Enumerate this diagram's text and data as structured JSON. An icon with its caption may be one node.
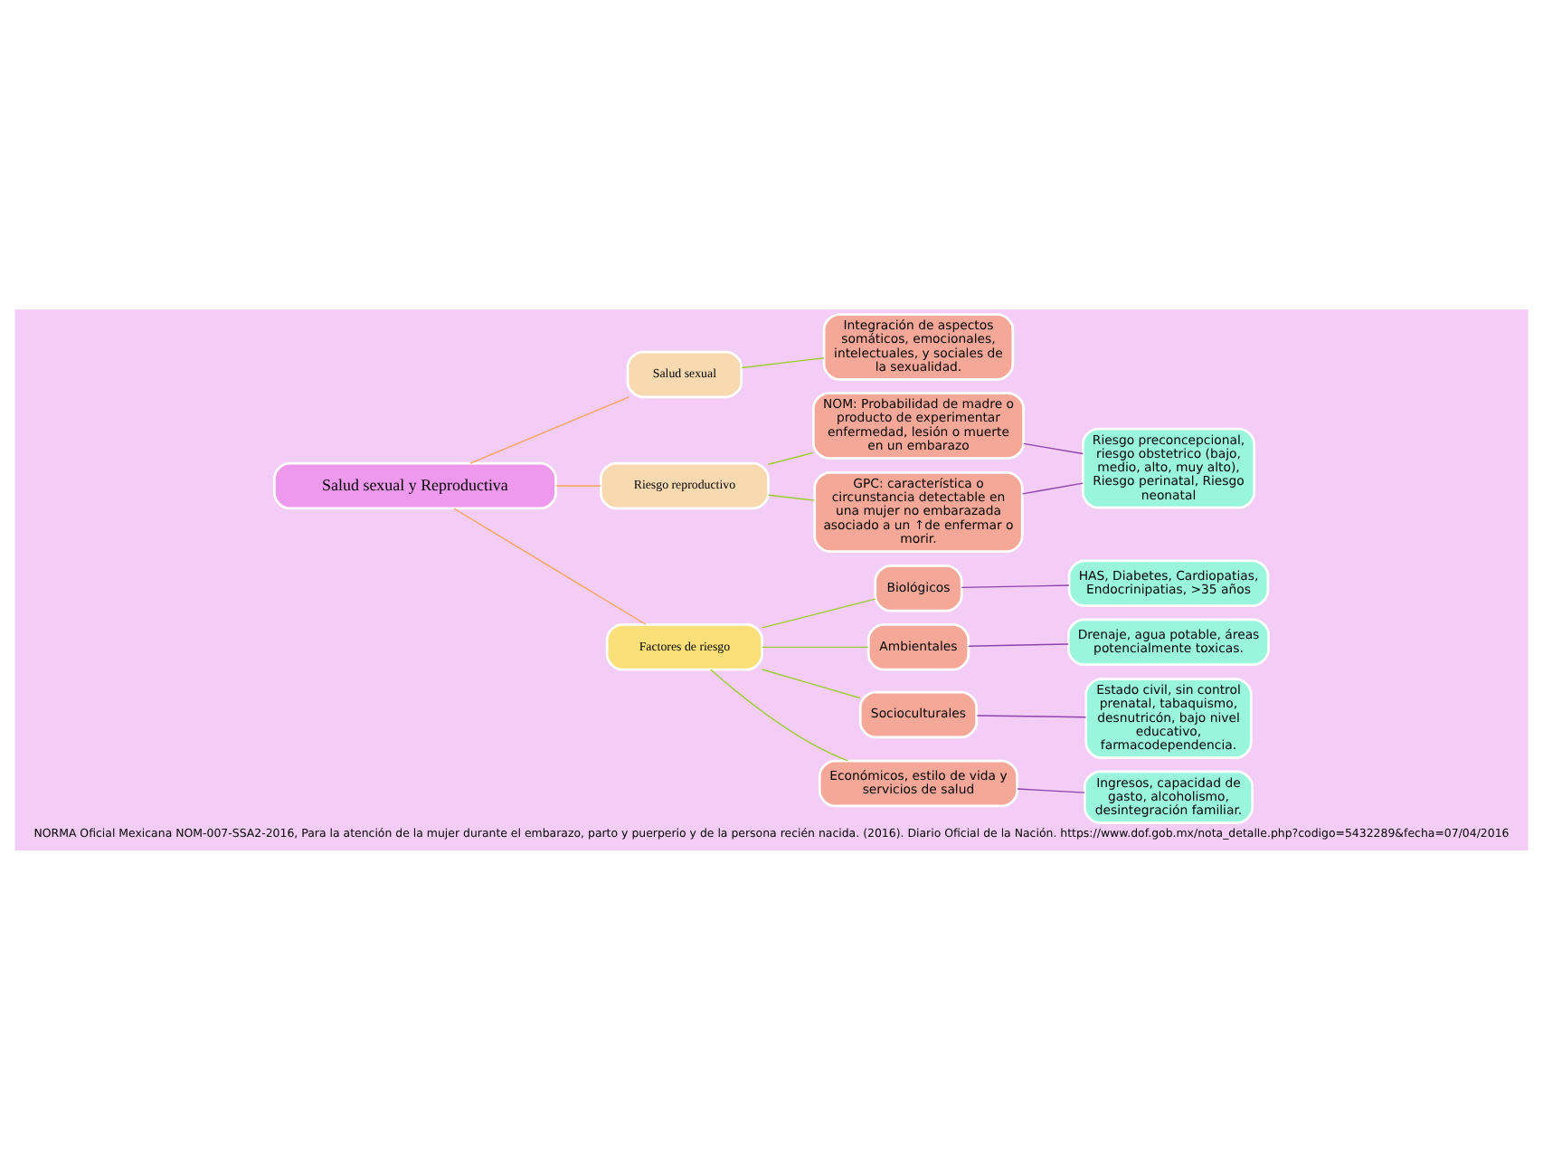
{
  "diagram": {
    "caption": "NORMA Oficial Mexicana NOM-007-SSA2-2016, Para la atención de la mujer durante el embarazo, parto y puerperio y de la persona recién nacida. (2016). Diario Oficial de la Nación. https://www.dof.gob.mx/nota_detalle.php?codigo=5432289&fecha=07/04/2016",
    "nodes": [
      {
        "text": [
          "Salud sexual y Reproductiva"
        ]
      },
      {
        "text": [
          "Salud sexual"
        ]
      },
      {
        "text": [
          "Riesgo reproductivo"
        ]
      },
      {
        "text": [
          "Factores de riesgo"
        ]
      },
      {
        "text": [
          "Integración de aspectos somáticos, emocionales, intelectuales, y sociales de la sexualidad."
        ]
      },
      {
        "text": [
          "NOM: Probabilidad de madre o producto de experimentar enfermedad, lesión o muerte en un embarazo"
        ]
      },
      {
        "text": [
          "GPC: característica o circunstancia detectable en una mujer no embarazada asociado a un ↑de enfermar o morir."
        ]
      },
      {
        "text": [
          "Riesgo preconcepcional, riesgo obstetrico (bajo, medio, alto, muy alto), Riesgo perinatal, Riesgo neonatal"
        ]
      },
      {
        "text": [
          "Biológicos"
        ]
      },
      {
        "text": [
          "HAS, Diabetes, Cardiopatias, Endocrinipatias, >35 años"
        ]
      },
      {
        "text": [
          "Ambientales"
        ]
      },
      {
        "text": [
          "Drenaje, agua potable, áreas potencialmente toxicas."
        ]
      },
      {
        "text": [
          "Socioculturales"
        ]
      },
      {
        "text": [
          "Estado civil, sin control prenatal, tabaquismo, desnutricón, bajo nivel educativo, farmacodependencia."
        ]
      },
      {
        "text": [
          "Económicos, estilo de vida y servicios de salud"
        ]
      },
      {
        "text": [
          "Ingresos, capacidad de gasto, alcoholismo, desintegración familiar."
        ]
      }
    ],
    "edges": [
      {
        "from": 0,
        "to": 1,
        "arrow": "none",
        "color": "#f4a460"
      },
      {
        "from": 0,
        "to": 2,
        "arrow": "none",
        "color": "#f4a460"
      },
      {
        "from": 0,
        "to": 3,
        "arrow": "none",
        "color": "#f4a460"
      },
      {
        "from": 1,
        "to": 4,
        "arrow": "none"
      },
      {
        "from": 2,
        "to": 5,
        "arrow": "none"
      },
      {
        "from": 2,
        "to": 6,
        "arrow": "none"
      },
      {
        "from": 5,
        "to": 7,
        "arrow": "none",
        "color": "#8e44ad"
      },
      {
        "from": 6,
        "to": 7,
        "arrow": "none",
        "color": "#8e44ad"
      },
      {
        "from": 3,
        "to": 8,
        "arrow": "none"
      },
      {
        "from": 3,
        "to": 10,
        "arrow": "none"
      },
      {
        "from": 3,
        "to": 12,
        "arrow": "none"
      },
      {
        "from": 3,
        "to": 14,
        "arrow": "none"
      },
      {
        "from": 8,
        "to": 9,
        "arrow": "none",
        "color": "#8e44ad"
      },
      {
        "from": 10,
        "to": 11,
        "arrow": "none",
        "color": "#8e44ad"
      },
      {
        "from": 12,
        "to": 13,
        "arrow": "none",
        "color": "#8e44ad"
      },
      {
        "from": 14,
        "to": 15,
        "arrow": "none",
        "color": "#8e44ad"
      }
    ]
  }
}
